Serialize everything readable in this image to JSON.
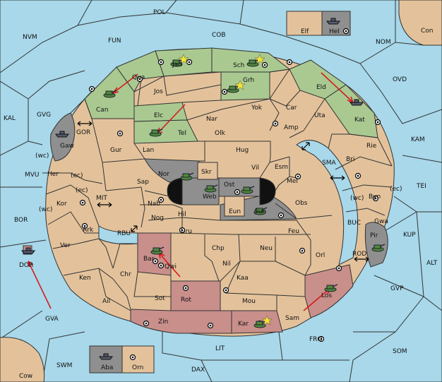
{
  "colors": {
    "sea": "#a8d8ea",
    "land": "#e3c29b",
    "germany_green": "#a9c991",
    "russia_red": "#c98f8b",
    "neutral_gray": "#8f8f8f",
    "army_green": "#4e8a3a",
    "fleet_gray": "#555a6e",
    "arrow_red": "#d41c1c",
    "star_yellow": "#f3e23a"
  },
  "icons": {
    "army": "tank-icon",
    "fleet": "ship-icon",
    "supply_center": "supply-center-icon",
    "move_order": "red-arrow-icon",
    "convoy_link": "double-arrow-icon",
    "hold_marker": "star-icon"
  },
  "sea_labels": {
    "pol": "POL",
    "nvm": "NVM",
    "fun": "FUN",
    "cob": "COB",
    "nom": "NOM",
    "con": "Con",
    "ovd": "OVD",
    "kal": "KAL",
    "gvg": "GVG",
    "gor": "GOR",
    "kam": "KAM",
    "mvu": "MVU",
    "sma": "SMA",
    "tei": "TEI",
    "bor": "BOR",
    "mit": "MIT",
    "kup": "KUP",
    "buc": "BUC",
    "rbu": "RBU",
    "rod": "ROD",
    "alt": "ALT",
    "gvp": "GVP",
    "gva": "GVA",
    "fro": "FRO",
    "lit": "LIT",
    "som": "SOM",
    "swm": "SWM",
    "dax": "DAX",
    "cow": "Cow"
  },
  "land_labels": {
    "elf": "Elf",
    "hel": "Hel",
    "jad": "Jad",
    "sch": "Sch",
    "qua": "Qua",
    "jos": "Jos",
    "grh": "Grh",
    "eld": "Eld",
    "can": "Can",
    "elc": "Elc",
    "nar": "Nar",
    "yok": "Yok",
    "car": "Car",
    "uta": "Uta",
    "tel": "Tel",
    "olk": "Olk",
    "amp": "Amp",
    "kat": "Kat",
    "gaw": "Gaw",
    "gur": "Gur",
    "lan": "Lan",
    "hug": "Hug",
    "rie": "Rie",
    "bri": "Bri",
    "vil": "Vil",
    "esm": "Esm",
    "nor": "Nor",
    "skr": "Skr",
    "ost": "Ost",
    "mel": "Mel",
    "her": "Her",
    "sap": "Sap",
    "web": "Web",
    "byn": "Byn",
    "kor": "Kor",
    "nab": "Nab",
    "eun": "Eun",
    "sun": "Sun",
    "obs": "Obs",
    "gwa": "Gwa",
    "hil": "Hil",
    "nog": "Nog",
    "ark": "Ark",
    "pir": "Pir",
    "uru": "Uru",
    "feu": "Feu",
    "ver": "Ver",
    "bar": "Bar",
    "chp": "Chp",
    "neu": "Neu",
    "orl": "Orl",
    "qwi": "Qwi",
    "nil": "Nil",
    "ken": "Ken",
    "chr": "Chr",
    "kaa": "Kaa",
    "dor": "DOR",
    "ail": "Ail",
    "rot": "Rot",
    "sot": "Sot",
    "los": "Los",
    "mou": "Mou",
    "sam": "Sam",
    "zin": "Zin",
    "kar": "Kar",
    "aba": "Aba",
    "orn": "Orn"
  },
  "coast_labels": {
    "her_wc": "(wc)",
    "her_ec": "(ec)",
    "kor_ec": "(ec)",
    "kor_wc": "(wc)",
    "byn_wc": "(wc)",
    "byn_ec": "(ec)"
  }
}
